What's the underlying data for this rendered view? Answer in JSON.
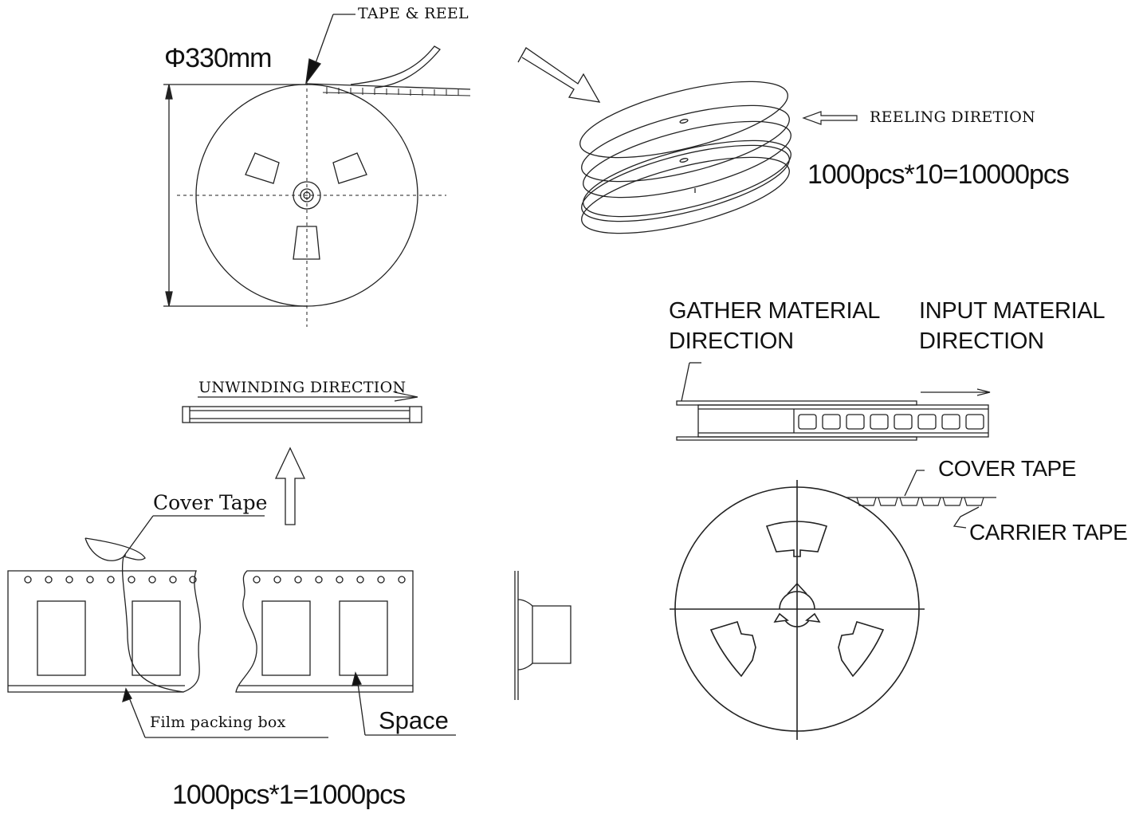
{
  "reel_top_left": {
    "diameter_label": "Φ330mm",
    "tape_reel_label": "TAPE & REEL"
  },
  "reel_stack": {
    "direction_label": "REELING DIRETION",
    "quantity_label": "1000pcs*10=10000pcs"
  },
  "unwinding": {
    "label": "UNWINDING DIRECTION"
  },
  "material_direction": {
    "gather_label": "GATHER MATERIAL\nDIRECTION",
    "input_label": "INPUT MATERIAL\nDIRECTION"
  },
  "reel_front": {
    "cover_tape_label": "COVER TAPE",
    "carrier_tape_label": "CARRIER TAPE"
  },
  "film_tape": {
    "cover_tape_label": "Cover Tape",
    "film_box_label": "Film packing box",
    "space_label": "Space",
    "quantity_label": "1000pcs*1=1000pcs"
  }
}
